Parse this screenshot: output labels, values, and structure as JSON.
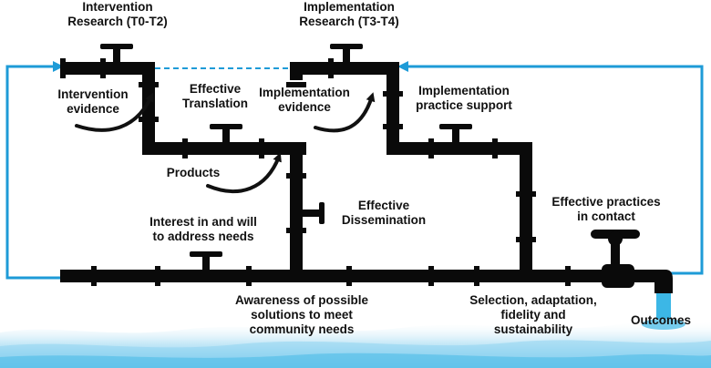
{
  "colors": {
    "pipe": "#0a0a0a",
    "feedback_line": "#1e9bd7",
    "water": "#3cb7e6",
    "water_light": "#bfe6f7",
    "text": "#111111"
  },
  "labels": {
    "intervention_research": [
      "Intervention",
      "Research (T0-T2)"
    ],
    "implementation_research": [
      "Implementation",
      "Research (T3-T4)"
    ],
    "intervention_evidence": [
      "Intervention",
      "evidence"
    ],
    "effective_translation": [
      "Effective",
      "Translation"
    ],
    "implementation_evidence": [
      "Implementation",
      "evidence"
    ],
    "implementation_practice_support": [
      "Implementation",
      "practice support"
    ],
    "products": [
      "Products"
    ],
    "effective_dissemination": [
      "Effective",
      "Dissemination"
    ],
    "interest_and_will": [
      "Interest in and will",
      "to address needs"
    ],
    "effective_practices": [
      "Effective practices",
      "in contact"
    ],
    "awareness": [
      "Awareness of possible",
      "solutions to meet",
      "community needs"
    ],
    "selection_adaptation": [
      "Selection, adaptation,",
      "fidelity and",
      "sustainability"
    ],
    "outcomes": [
      "Outcomes"
    ]
  },
  "icons": [
    "valve-handle-icon",
    "curved-arrow-icon",
    "faucet-icon",
    "water-drop-icon"
  ]
}
